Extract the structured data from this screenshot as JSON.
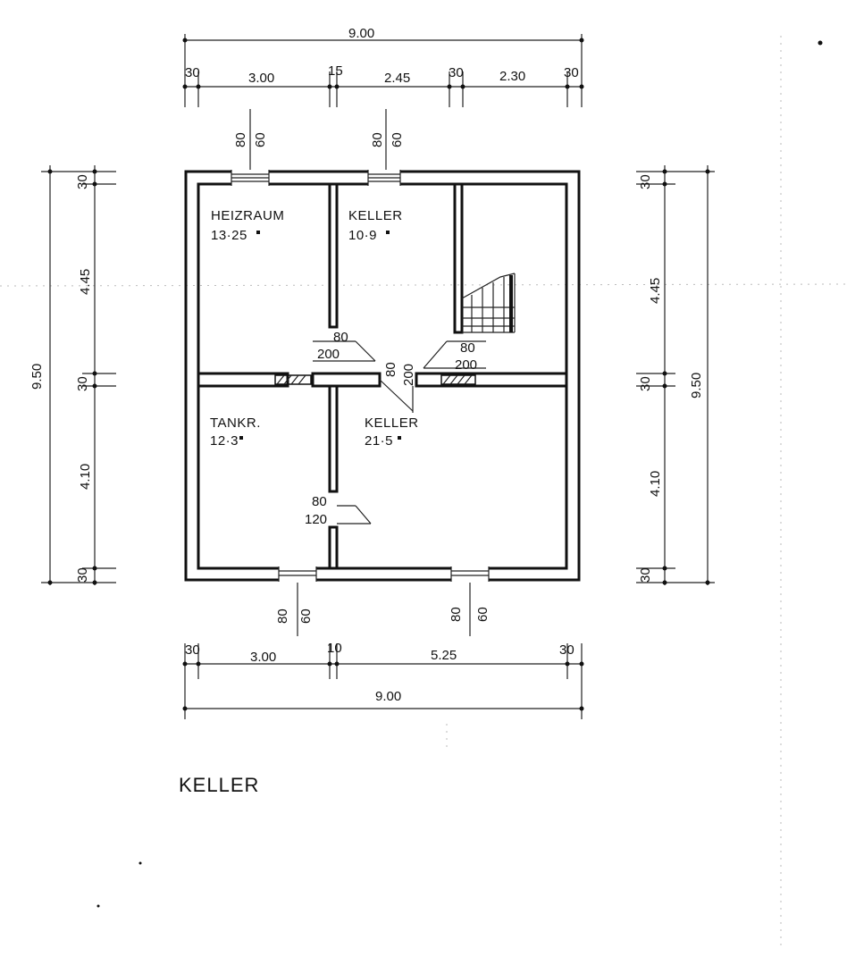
{
  "title": "KELLER",
  "rooms": {
    "heizraum": {
      "name": "HEIZRAUM",
      "area": "13·25"
    },
    "keller_top": {
      "name": "KELLER",
      "area": "10·9"
    },
    "tankr": {
      "name": "TANKR.",
      "area": "12·3"
    },
    "keller_main": {
      "name": "KELLER",
      "area": "21·5"
    }
  },
  "dims_top": {
    "total": "9.00",
    "seg1": "30",
    "seg2": "3.00",
    "seg3": "15",
    "seg4": "2.45",
    "seg5": "30",
    "seg6": "2.30",
    "seg7": "30"
  },
  "dims_bottom": {
    "total": "9.00",
    "seg1": "30",
    "seg2": "3.00",
    "seg3": "10",
    "seg4": "5.25",
    "seg5": "30"
  },
  "dims_left": {
    "total": "9.50",
    "seg1": "30",
    "seg2": "4.45",
    "seg3": "30",
    "seg4": "4.10",
    "seg5": "30"
  },
  "dims_right": {
    "total": "9.50",
    "seg1": "30",
    "seg2": "4.45",
    "seg3": "30",
    "seg4": "4.10",
    "seg5": "30"
  },
  "windows": {
    "top_left_w": "80",
    "top_left_h": "60",
    "top_mid_w": "80",
    "top_mid_h": "60",
    "bot_left_w": "80",
    "bot_left_h": "60",
    "bot_mid_w": "80",
    "bot_mid_h": "60"
  },
  "doors": {
    "d1_w": "80",
    "d1_h": "200",
    "d2_w": "80",
    "d2_h": "200",
    "d3_w": "80",
    "d3_h": "200",
    "d4_w": "80",
    "d4_h": "120"
  }
}
